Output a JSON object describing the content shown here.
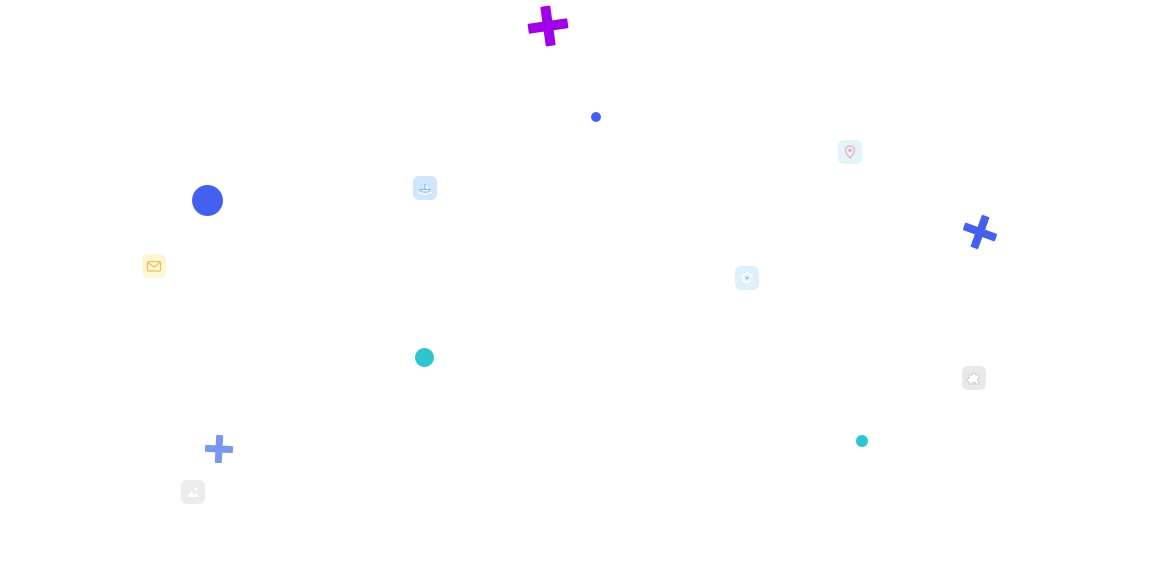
{
  "palette": {
    "background": "#ffffff",
    "purple": "#a200e6",
    "blue": "#4361ee",
    "blue_light": "#7b96f0",
    "cyan": "#2ec4d0",
    "mail_bg": "#fff6d5",
    "mail_stroke": "#e7c25a",
    "boat_bg": "#cfe6fb",
    "boat_stroke": "#7fb8ec",
    "sync_bg": "#dff0fb",
    "sync_stroke": "#8cc7ee",
    "pin_bg": "#e3f3f8",
    "pin_stroke": "#f2a6b7",
    "gray_bg": "#e9e9e9",
    "gray_stroke": "#c6c6c6"
  },
  "decorations": [
    {
      "kind": "plus",
      "color": "purple",
      "name": "purple-plus-shape"
    },
    {
      "kind": "dot",
      "color": "blue",
      "name": "small-blue-dot"
    },
    {
      "kind": "dot",
      "color": "blue",
      "name": "large-blue-dot"
    },
    {
      "kind": "plus",
      "color": "blue",
      "name": "blue-plus-shape"
    },
    {
      "kind": "dot",
      "color": "cyan",
      "name": "cyan-dot"
    },
    {
      "kind": "plus",
      "color": "blue_light",
      "name": "light-blue-plus-shape"
    },
    {
      "kind": "dot",
      "color": "cyan",
      "name": "small-cyan-dot"
    }
  ],
  "icons": [
    {
      "name": "mail-icon",
      "style": "mail"
    },
    {
      "name": "boat-icon",
      "style": "boat"
    },
    {
      "name": "location-pin-icon",
      "style": "pin"
    },
    {
      "name": "sync-icon",
      "style": "sync"
    },
    {
      "name": "puzzle-icon",
      "style": "puzzle"
    },
    {
      "name": "mountain-image-icon",
      "style": "image"
    }
  ]
}
